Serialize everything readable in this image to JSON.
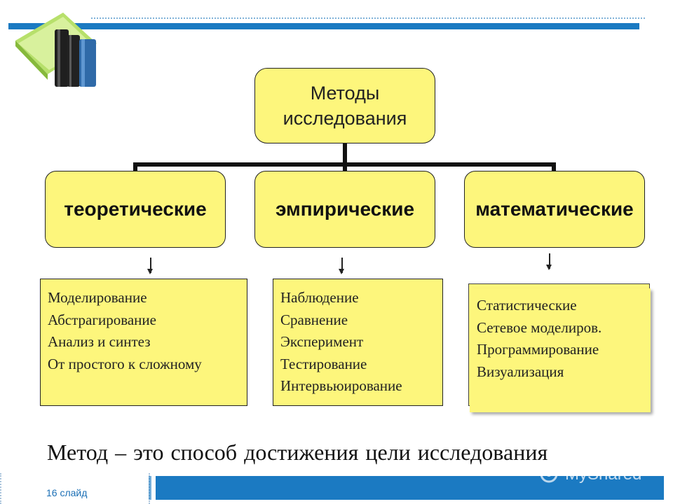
{
  "root": {
    "line1": "Методы",
    "line2": "исследования"
  },
  "categories": [
    {
      "label": "теоретические",
      "items": [
        "Моделирование",
        "Абстрагирование",
        "Анализ и синтез",
        "От простого к сложному"
      ]
    },
    {
      "label": "эмпирические",
      "items": [
        "Наблюдение",
        "Сравнение",
        "Эксперимент",
        "Тестирование",
        "Интервьюирование"
      ]
    },
    {
      "label": "математические",
      "items": [
        "Статистические",
        "Сетевое моделиров.",
        "Программирование",
        "Визуализация"
      ]
    }
  ],
  "definition": "Метод – это способ достижения цели  исследования",
  "footer": {
    "slide_number": "16 слайд",
    "watermark": "MyShared"
  },
  "colors": {
    "box_fill": "#fdf67c",
    "accent_bar": "#1b7ac2"
  },
  "icons": {
    "logo": "books-icon"
  }
}
